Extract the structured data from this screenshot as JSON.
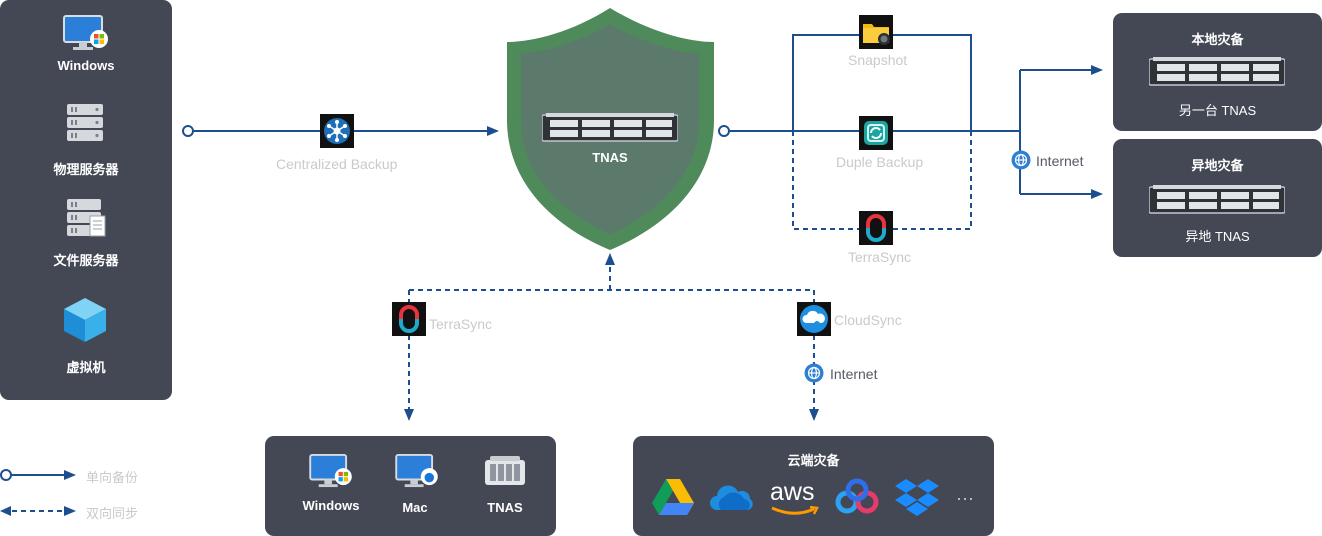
{
  "sources": {
    "windows": "Windows",
    "physical": "物理服务器",
    "file": "文件服务器",
    "vm": "虚拟机"
  },
  "center": {
    "label": "TNAS"
  },
  "methods": {
    "centralized": "Centralized Backup",
    "snapshot": "Snapshot",
    "duple": "Duple Backup",
    "terrasync_right": "TerraSync",
    "terrasync_bottom": "TerraSync",
    "cloudsync": "CloudSync"
  },
  "internet": {
    "right": "Internet",
    "bottom": "Internet"
  },
  "local_dr": {
    "title": "本地灾备",
    "device": "另一台 TNAS"
  },
  "remote_dr": {
    "title": "异地灾备",
    "device": "异地 TNAS"
  },
  "clients": {
    "windows": "Windows",
    "mac": "Mac",
    "tnas": "TNAS"
  },
  "cloud": {
    "title": "云端灾备",
    "aws": "aws",
    "more": "···"
  },
  "legend": {
    "one_way": "单向备份",
    "two_way": "双向同步"
  },
  "colors": {
    "line": "#1d4f8f",
    "panel": "#434854",
    "shield_outer": "#4e8a5a",
    "shield_inner": "#5b7a6b"
  }
}
